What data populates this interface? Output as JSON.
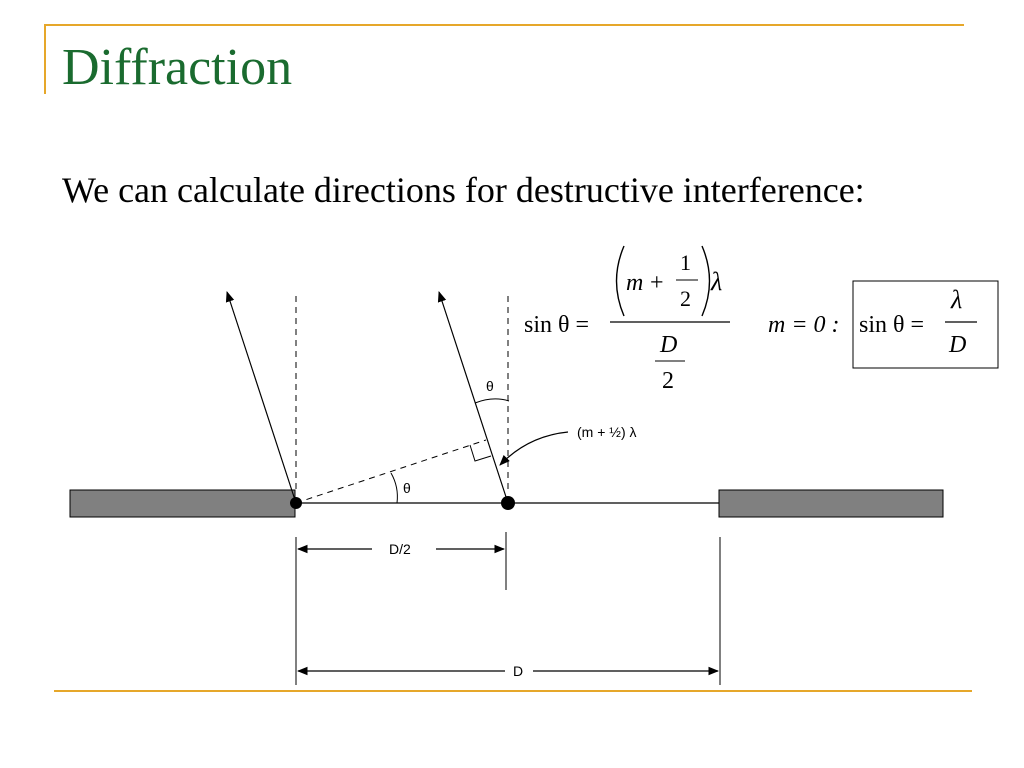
{
  "slide": {
    "title": "Diffraction",
    "subtitle": "We can calculate directions for destructive interference:"
  },
  "formula_general": {
    "lhs": "sin θ =",
    "m": "m",
    "plus": "+",
    "one": "1",
    "two": "2",
    "lambda": "λ",
    "D": "D",
    "den_two": "2"
  },
  "formula_m0": {
    "condition": "m = 0 :",
    "lhs": "sin θ =",
    "lambda": "λ",
    "D": "D"
  },
  "diagram": {
    "theta_top": "θ",
    "theta_bottom": "θ",
    "path_label": "(m + ½) λ",
    "half_width_label": "D/2",
    "width_label": "D"
  },
  "colors": {
    "title": "#1a6b2f",
    "frame": "#e6a72a",
    "barrier": "#808080"
  }
}
